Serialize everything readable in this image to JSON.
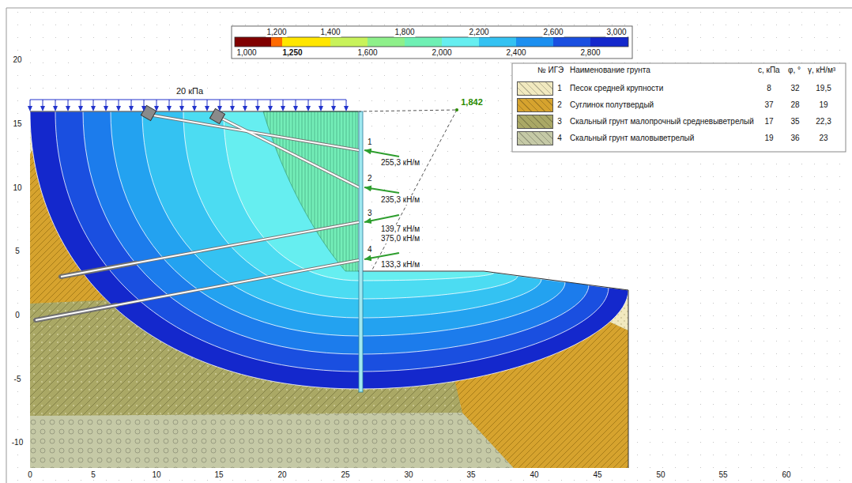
{
  "diagram": {
    "labels": [
      "1,200",
      "1,400",
      "1,800",
      "2,200",
      "2,600",
      "3,000",
      "1,000",
      "1,250",
      "1,600",
      "2,000",
      "2,400",
      "2,800",
      "20 кПа",
      "1,842",
      "1",
      "255,3 кН/м",
      "2",
      "235,3 кН/м",
      "3",
      "139,7 кН/м",
      "375,0 кН/м",
      "4",
      "133,3 кН/м",
      "20",
      "15",
      "10",
      "5",
      "0",
      "-5",
      "-10",
      "0",
      "5",
      "10",
      "15",
      "20",
      "25",
      "30",
      "35",
      "40",
      "45",
      "50",
      "55",
      "60",
      "№ ИГЭ",
      "Наименование грунта",
      "c, кПа",
      "φ, °",
      "γ, кН/м³",
      "1",
      "8",
      "32",
      "19,5",
      "2",
      "37",
      "28",
      "19",
      "3",
      "17",
      "35",
      "22,3",
      "4",
      "19",
      "36",
      "23"
    ],
    "legend": [
      {
        "text": "Песок средней крупности",
        "color": "#f1e9bf"
      },
      {
        "text": "Суглинок полутвердый",
        "color": "#d6a32e"
      },
      {
        "text": "Скальный грунт малопрочный средневыветрелый",
        "color": "#aaa865"
      },
      {
        "text": "Скальный грунт маловыветрелый",
        "color": "#c5c9a6"
      }
    ]
  }
}
